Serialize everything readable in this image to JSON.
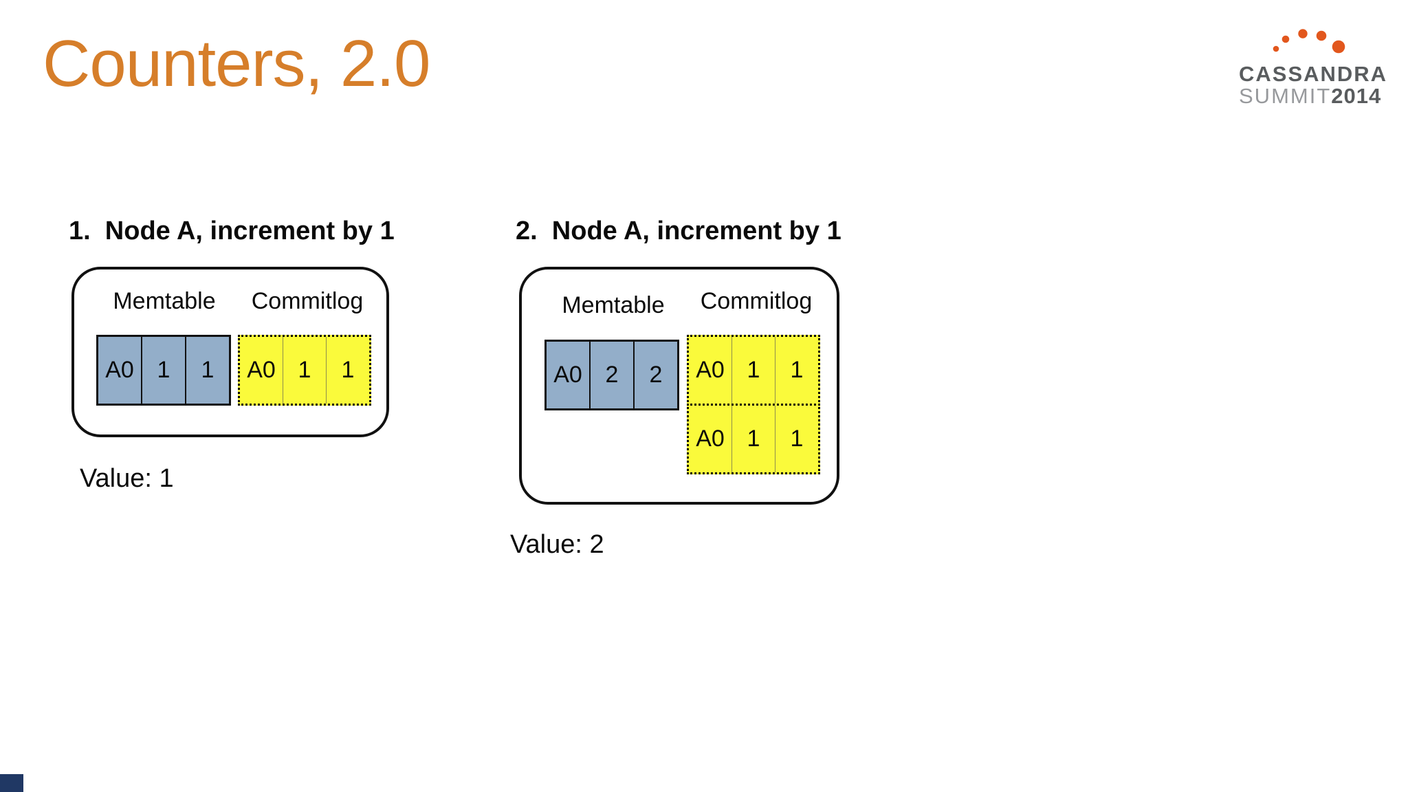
{
  "slide": {
    "title": "Counters, 2.0",
    "title_color": "#D67E2A",
    "background_color": "#FFFFFF"
  },
  "logo": {
    "line1": "CASSANDRA",
    "summit": "SUMMIT",
    "year": "2014",
    "dots_icon": "arc-of-five-orange-dots",
    "colors": {
      "dots": "#E2571D",
      "dark_text": "#595C5E",
      "light_text": "#97999C"
    }
  },
  "steps": [
    {
      "heading": "1.  Node A, increment by 1",
      "memtable_label": "Memtable",
      "commitlog_label": "Commitlog",
      "memtable_cells": [
        "A0",
        "1",
        "1"
      ],
      "commitlog_rows": [
        [
          "A0",
          "1",
          "1"
        ]
      ],
      "value_label": "Value: 1"
    },
    {
      "heading": "2.  Node A, increment by 1",
      "memtable_label": "Memtable",
      "commitlog_label": "Commitlog",
      "memtable_cells": [
        "A0",
        "2",
        "2"
      ],
      "commitlog_rows": [
        [
          "A0",
          "1",
          "1"
        ],
        [
          "A0",
          "1",
          "1"
        ]
      ],
      "value_label": "Value: 2"
    }
  ],
  "colors": {
    "memtable_cell_fill": "#93AEC9",
    "commitlog_cell_fill": "#FAFA3B",
    "box_border": "#111111",
    "corner_marker": "#203864"
  }
}
